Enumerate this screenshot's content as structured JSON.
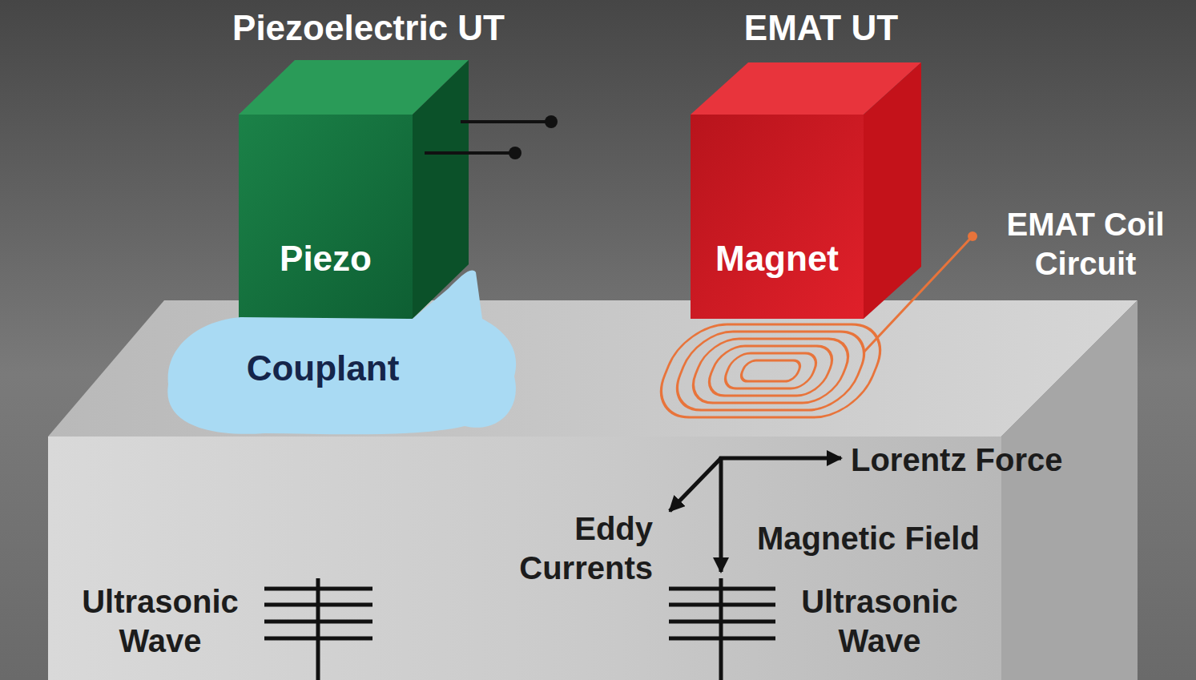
{
  "diagram": {
    "nodes": [
      {
        "text": [
          "Piezo"
        ]
      },
      {
        "text": [
          "Couplant"
        ]
      },
      {
        "text": [
          "Magnet"
        ]
      }
    ],
    "labels": [
      "Piezoelectric UT",
      "EMAT UT",
      "EMAT Coil Circuit",
      "Lorentz Force",
      "Eddy Currents",
      "Magnetic Field",
      "Ultrasonic Wave",
      "Ultrasonic Wave"
    ]
  }
}
